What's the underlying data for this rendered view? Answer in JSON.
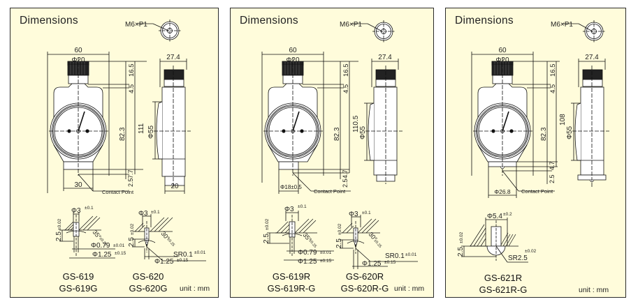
{
  "panels": [
    {
      "title": "Dimensions",
      "thread": "M6×P1",
      "front": {
        "width": "60",
        "knob_dia": "Φ20",
        "h1": "16.5",
        "h2": "4.5",
        "dial": "82.3",
        "total": "111",
        "bottom1": "7.7",
        "bottom2": "2.5",
        "foot": "30",
        "contact": "Contact Point"
      },
      "side": {
        "depth": "27.4",
        "dial_dia": "Φ55",
        "foot": "20"
      },
      "tips": [
        {
          "dia": "Φ3",
          "dia_tol": "±0.1",
          "h": "2.5",
          "h_tol": "±0.02",
          "angle": "35°",
          "angle_tol": "±0.25",
          "tip": "Φ0.79",
          "tip_tol": "±0.01",
          "shaft": "Φ1.25",
          "shaft_tol": "±0.15"
        },
        {
          "dia": "Φ3",
          "dia_tol": "±0.1",
          "h": "2.5",
          "h_tol": "±0.02",
          "angle": "30°",
          "angle_tol": "±0.25",
          "radius": "SR0.1",
          "radius_tol": "±0.01",
          "shaft": "Φ1.25",
          "shaft_tol": "±0.15"
        }
      ],
      "models": [
        [
          "GS-619",
          "GS-619G"
        ],
        [
          "GS-620",
          "GS-620G"
        ]
      ],
      "unit": "unit : mm"
    },
    {
      "title": "Dimensions",
      "thread": "M6×P1",
      "front": {
        "width": "60",
        "knob_dia": "Φ20",
        "h1": "16.5",
        "h2": "4.5",
        "dial": "82.3",
        "total": "110.5",
        "bottom1": "4.7",
        "bottom2": "2.5",
        "foot": "Φ18±0.5",
        "contact": "Contact Point"
      },
      "side": {
        "depth": "27.4",
        "dial_dia": "Φ55"
      },
      "tips": [
        {
          "dia": "Φ3",
          "dia_tol": "±0.1",
          "h": "2.5",
          "h_tol": "±0.02",
          "angle": "35°",
          "angle_tol": "±0.25",
          "tip": "Φ0.79",
          "tip_tol": "±0.01",
          "shaft": "Φ1.25",
          "shaft_tol": "±0.15"
        },
        {
          "dia": "Φ3",
          "dia_tol": "±0.1",
          "h": "2.5",
          "h_tol": "±0.02",
          "angle": "30°",
          "angle_tol": "±0.25",
          "radius": "SR0.1",
          "radius_tol": "±0.01",
          "shaft": "Φ1.25",
          "shaft_tol": "±0.15"
        }
      ],
      "models": [
        [
          "GS-619R",
          "GS-619R-G"
        ],
        [
          "GS-620R",
          "GS-620R-G"
        ]
      ],
      "unit": "unit : mm"
    },
    {
      "title": "Dimensions",
      "thread": "M6×P1",
      "front": {
        "width": "60",
        "knob_dia": "Φ20",
        "h1": "16.5",
        "h2": "4.5",
        "dial": "82.3",
        "total": "108",
        "bottom1": "4.7",
        "bottom2": "2.5",
        "foot": "Φ26.8",
        "contact": "Contact Point"
      },
      "side": {
        "depth": "27.4",
        "dial_dia": "Φ55"
      },
      "tips": [
        {
          "dia": "Φ5.4",
          "dia_tol": "±0.2",
          "h": "2.5",
          "h_tol": "±0.02",
          "radius": "SR2.5",
          "radius_tol": "±0.02"
        }
      ],
      "models": [
        [
          "GS-621R",
          "GS-621R-G"
        ]
      ],
      "unit": "unit : mm"
    }
  ]
}
